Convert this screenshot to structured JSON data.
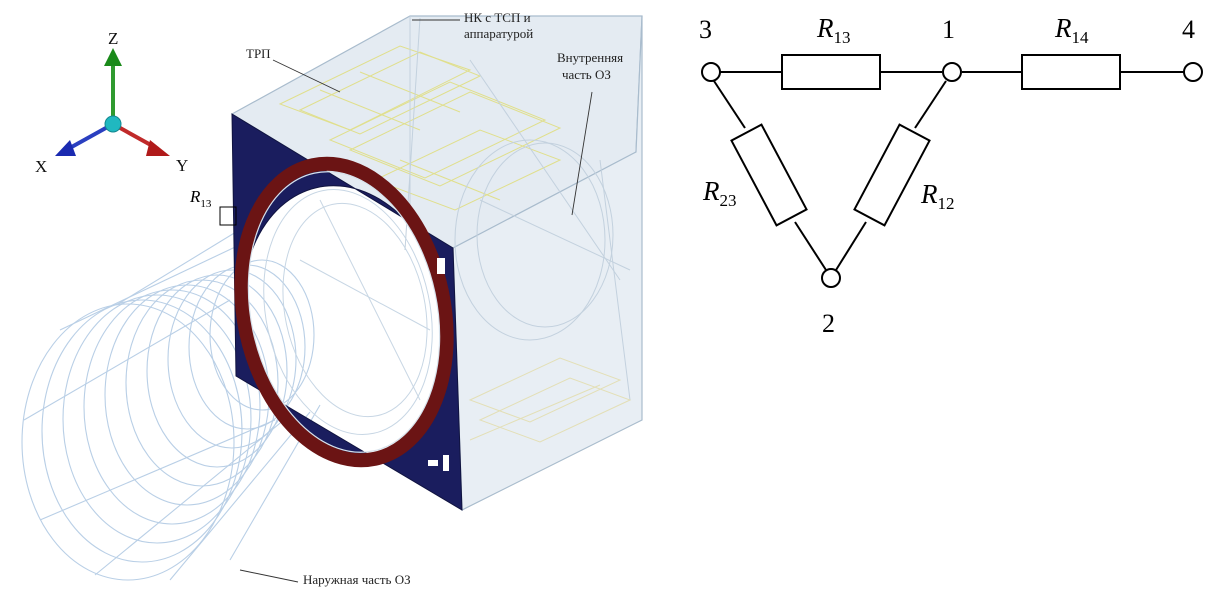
{
  "model": {
    "axes": {
      "z": "Z",
      "x": "X",
      "y": "Y"
    },
    "labels": {
      "trp": "ТРП",
      "nk_line1": "НК с ТСП и",
      "nk_line2": "аппаратурой",
      "inner_line1": "Внутренняя",
      "inner_line2": "часть ОЗ",
      "outer": "Наружная часть ОЗ",
      "r13_main": "R",
      "r13_sub": "13"
    },
    "colors": {
      "frame": "#1a1d5e",
      "ring": "#6b1414",
      "wire": "#b9cfe6",
      "housing": "#dde6ef"
    }
  },
  "circuit": {
    "nodes": [
      {
        "id": "3",
        "label": "3"
      },
      {
        "id": "1",
        "label": "1"
      },
      {
        "id": "4",
        "label": "4"
      },
      {
        "id": "2",
        "label": "2"
      }
    ],
    "resistors": [
      {
        "id": "R13",
        "main": "R",
        "sub": "13"
      },
      {
        "id": "R14",
        "main": "R",
        "sub": "14"
      },
      {
        "id": "R23",
        "main": "R",
        "sub": "23"
      },
      {
        "id": "R12",
        "main": "R",
        "sub": "12"
      }
    ]
  }
}
